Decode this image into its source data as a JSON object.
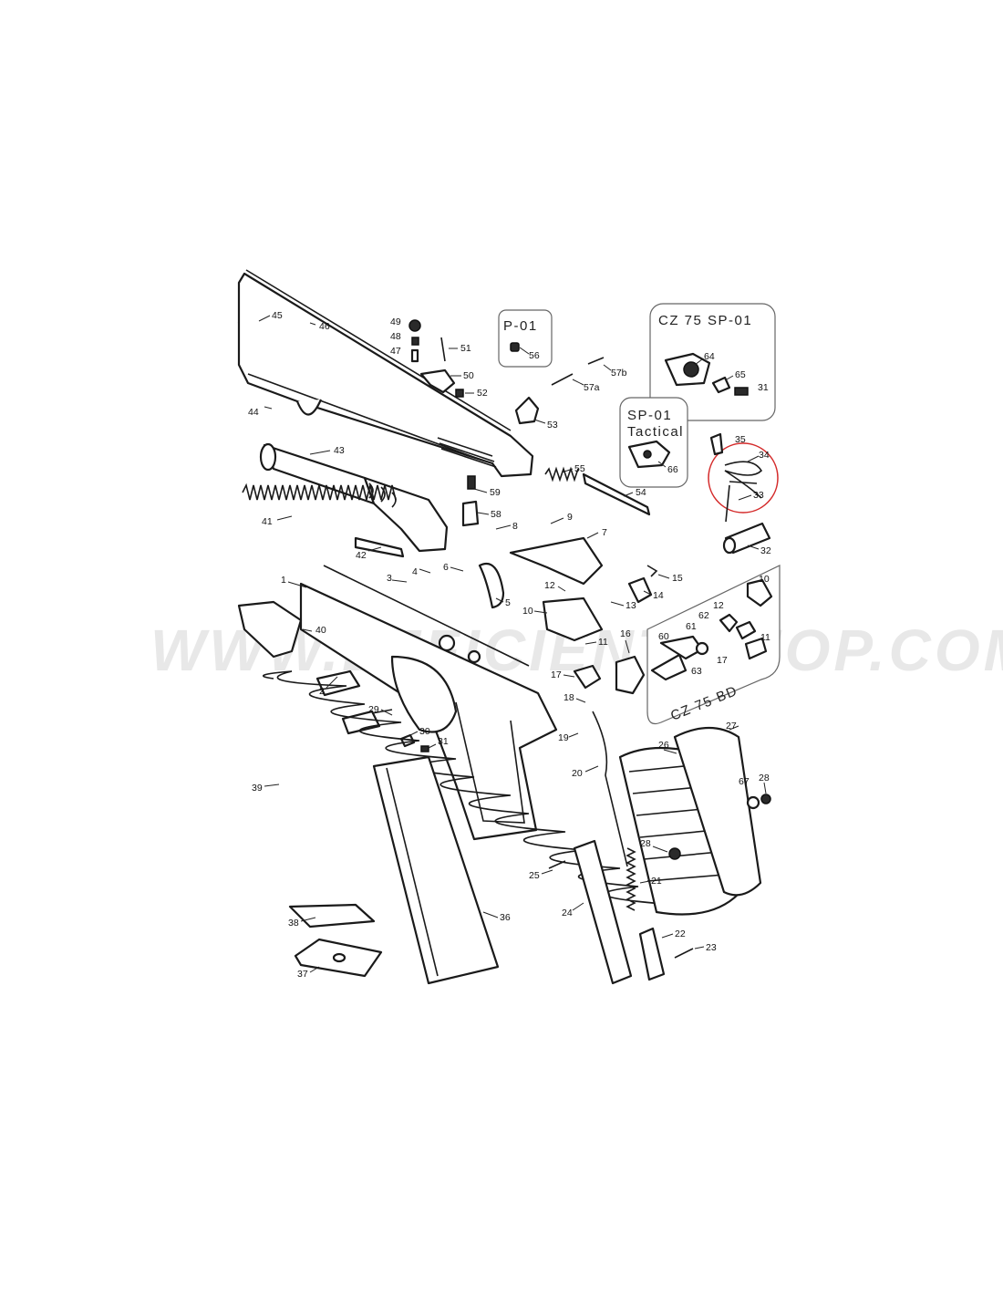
{
  "watermark": "WWW.EFFICIENT-SHOP.COM",
  "insets": {
    "p01": "P-01",
    "cz75sp01": "CZ 75 SP-01",
    "sp01tactical_line1": "SP-01",
    "sp01tactical_line2": "Tactical",
    "cz75bd": "CZ 75 BD"
  },
  "colors": {
    "highlight": "#d42a2a",
    "line": "#1a1a1a"
  },
  "callouts": [
    "45",
    "46",
    "49",
    "48",
    "47",
    "51",
    "50",
    "52",
    "56",
    "57b",
    "57a",
    "53",
    "64",
    "65",
    "31",
    "44",
    "43",
    "59",
    "58",
    "55",
    "54",
    "66",
    "35",
    "34",
    "33",
    "32",
    "41",
    "42",
    "8",
    "9",
    "7",
    "1",
    "3",
    "4",
    "6",
    "5",
    "12",
    "13",
    "14",
    "15",
    "10",
    "11",
    "16",
    "17",
    "18",
    "19",
    "20",
    "40",
    "2",
    "29",
    "30",
    "31",
    "39",
    "36",
    "38",
    "37",
    "25",
    "24",
    "21",
    "22",
    "23",
    "28",
    "26",
    "27",
    "67",
    "28",
    "10",
    "12",
    "62",
    "61",
    "60",
    "11",
    "17",
    "63"
  ]
}
